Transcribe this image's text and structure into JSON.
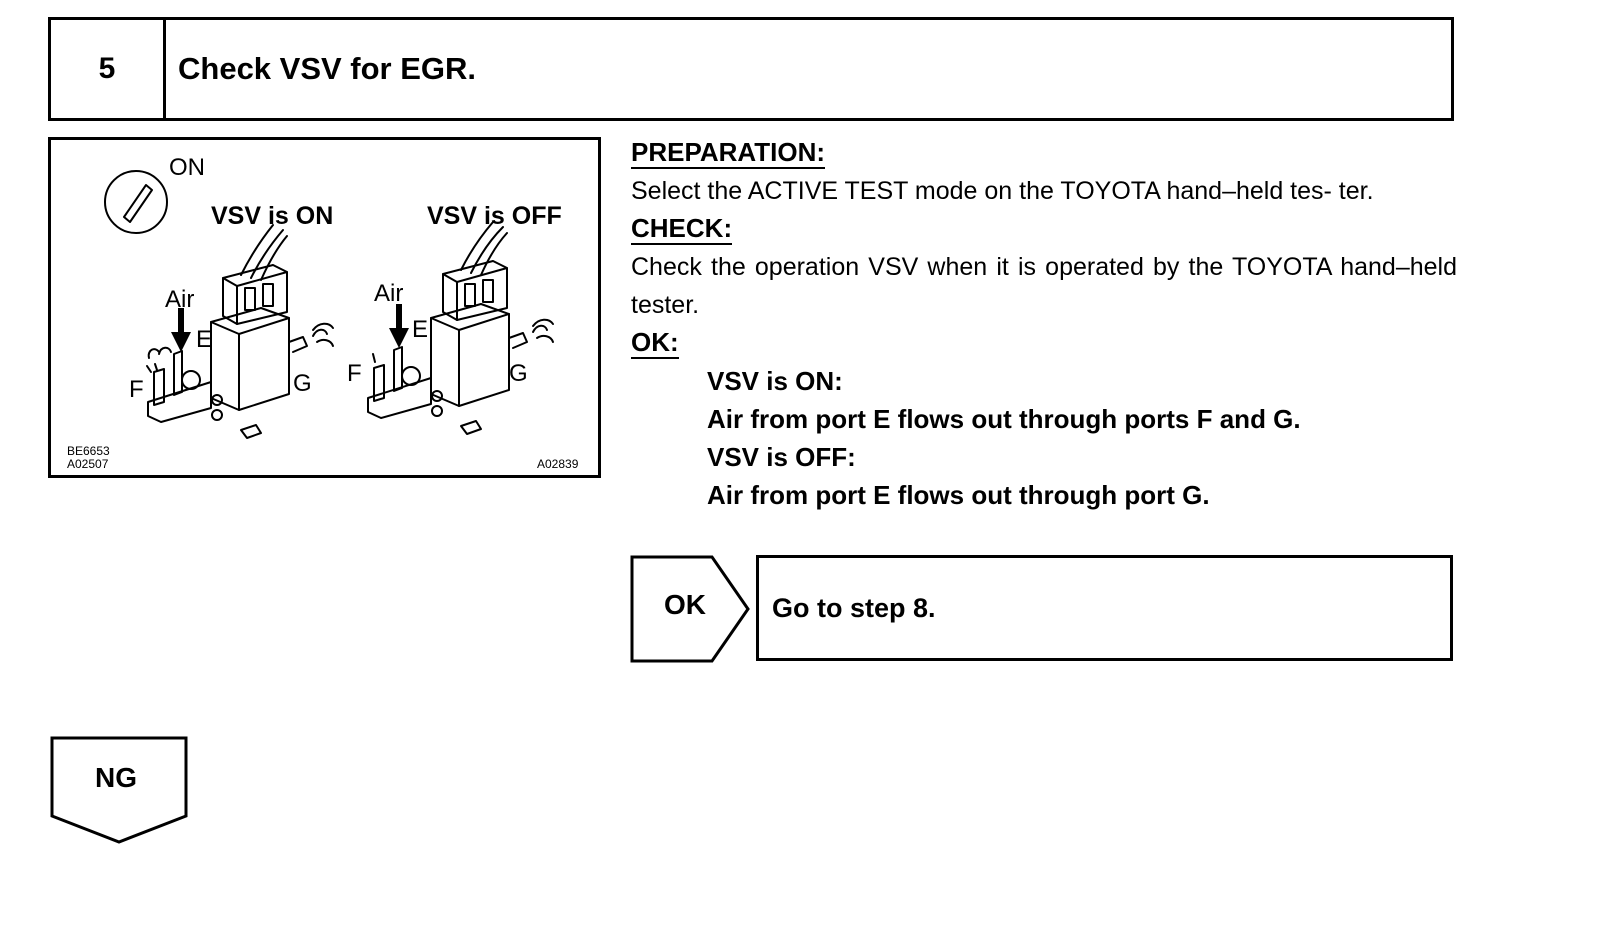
{
  "step": {
    "number": "5",
    "title": "Check VSV for EGR."
  },
  "figure": {
    "ignition_label": "ON",
    "left_state": "VSV is ON",
    "right_state": "VSV is OFF",
    "left_ports": {
      "air": "Air",
      "e": "E",
      "f": "F",
      "g": "G"
    },
    "right_ports": {
      "air": "Air",
      "e": "E",
      "f": "F",
      "g": "G"
    },
    "code_1": "BE6653",
    "code_2": "A02507",
    "code_3": "A02839",
    "icons": [
      "ignition-key-icon",
      "vsv-valve-illustration",
      "air-arrow-icon",
      "air-puff-icon"
    ]
  },
  "preparation": {
    "heading": "PREPARATION:",
    "text": "Select the ACTIVE TEST mode on the TOYOTA hand–held tes- ter."
  },
  "check": {
    "heading": "CHECK:",
    "text": "Check the operation VSV when it is operated by the TOYOTA hand–held tester."
  },
  "ok_spec": {
    "heading": "OK:",
    "line_1": "VSV is ON:",
    "line_2": "Air from port E flows out through ports F and G.",
    "line_3": "VSV is OFF:",
    "line_4": "Air from port E flows out through port G."
  },
  "ok_branch": {
    "tag": "OK",
    "action": "Go to step 8."
  },
  "ng_branch": {
    "tag": "NG"
  }
}
